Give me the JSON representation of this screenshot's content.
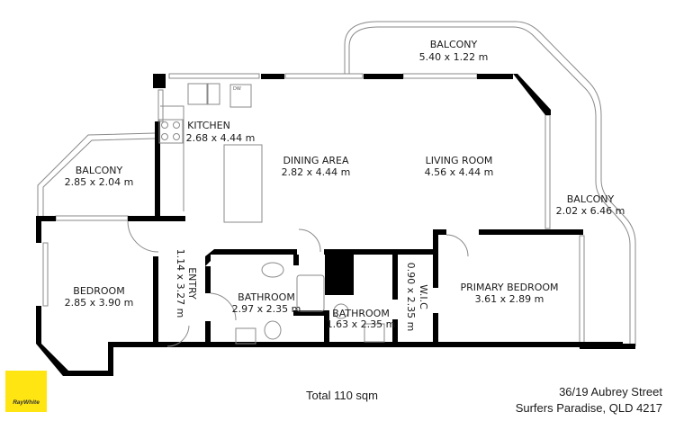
{
  "rooms": {
    "balcony_top": {
      "name": "BALCONY",
      "size": "5.40 x 1.22 m"
    },
    "balcony_left": {
      "name": "BALCONY",
      "size": "2.85 x 2.04 m"
    },
    "balcony_right": {
      "name": "BALCONY",
      "size": "2.02 x 6.46 m"
    },
    "kitchen": {
      "name": "KITCHEN",
      "size": "2.68 x 4.44 m"
    },
    "dining": {
      "name": "DINING AREA",
      "size": "2.82 x 4.44 m"
    },
    "living": {
      "name": "LIVING ROOM",
      "size": "4.56 x 4.44 m"
    },
    "bedroom": {
      "name": "BEDROOM",
      "size": "2.85 x 3.90 m"
    },
    "entry": {
      "name": "ENTRY",
      "size": "1.14 x 3.27 m"
    },
    "bathroom1": {
      "name": "BATHROOM",
      "size": "2.97 x 2.35 m"
    },
    "bathroom2": {
      "name": "BATHROOM",
      "size": "1.63 x 2.35 m"
    },
    "wic": {
      "name": "W.I.C",
      "size": "0.90 x 2.35 m"
    },
    "primary_bedroom": {
      "name": "PRIMARY BEDROOM",
      "size": "3.61 x 2.89 m"
    }
  },
  "appliances": {
    "dishwasher": "DW"
  },
  "footer": {
    "total": "Total 110 sqm",
    "address_line1": "36/19 Aubrey Street",
    "address_line2": "Surfers Paradise, QLD 4217"
  },
  "logo": {
    "text": "RayWhite",
    "color": "#ffe512"
  },
  "colors": {
    "wall": "#000000",
    "outline": "#8a8a8a",
    "background": "#ffffff"
  }
}
